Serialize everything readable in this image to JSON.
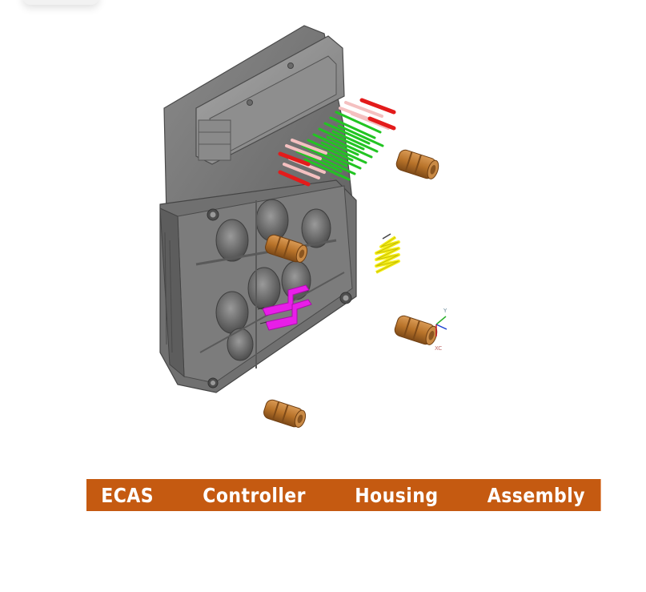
{
  "banner": {
    "title": "ECAS   Controller   Housing   Assembly",
    "background_color": "#c55a11",
    "text_color": "#ffffff"
  },
  "figure": {
    "type": "exploded-cad-assembly",
    "components": [
      {
        "name": "controller-housing",
        "color": "#6e6e6e"
      },
      {
        "name": "connector-pins-signal",
        "color": "#22c422"
      },
      {
        "name": "connector-pins-terminal",
        "color": "#f4c0c0"
      },
      {
        "name": "connector-pins-power",
        "color": "#e31b1b"
      },
      {
        "name": "coil-bobbin",
        "count": 4,
        "color": "#b8732a"
      },
      {
        "name": "spring-contact",
        "color": "#f5ee1a"
      },
      {
        "name": "bus-bar-terminals",
        "color": "#e81ee8"
      }
    ],
    "axis_triad": {
      "y_label": "Y",
      "x_label": "XC"
    }
  }
}
